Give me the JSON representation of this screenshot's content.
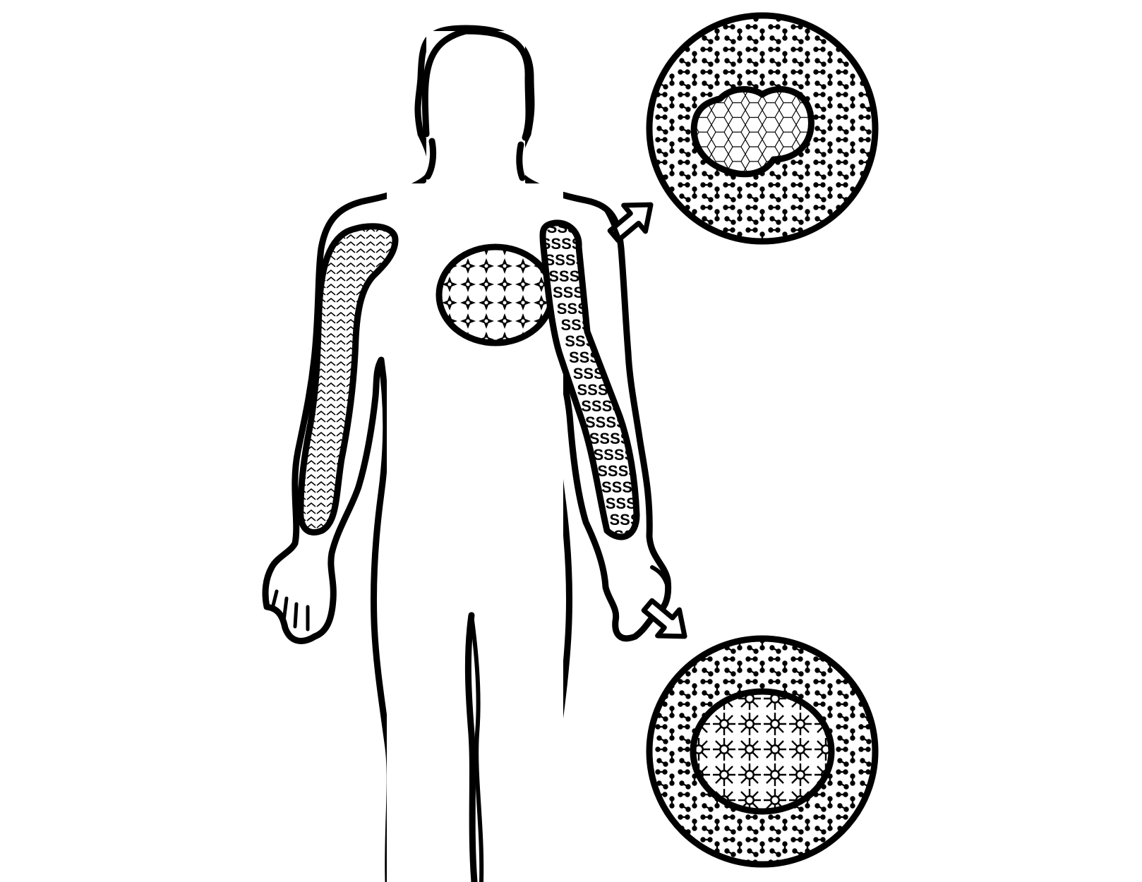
{
  "figure": {
    "background": "#ffffff",
    "stroke_color": "#000000",
    "fill_color": "#ffffff"
  },
  "regions": [
    {
      "id": "left-arm-region",
      "pattern": "chevron-herringbone"
    },
    {
      "id": "chest-region",
      "pattern": "star-pinwheel"
    },
    {
      "id": "right-arm-region",
      "pattern": "letter-s",
      "glyph": "SSSSS"
    }
  ],
  "callouts": [
    {
      "id": "upper-callout",
      "background_pattern": "dumbbell",
      "inner_pattern": "hexagon-honeycomb"
    },
    {
      "id": "lower-callout",
      "background_pattern": "dumbbell",
      "inner_pattern": "asterisk-circle"
    }
  ],
  "icons": [
    "upper-right-arrow-icon",
    "down-right-arrow-icon"
  ]
}
